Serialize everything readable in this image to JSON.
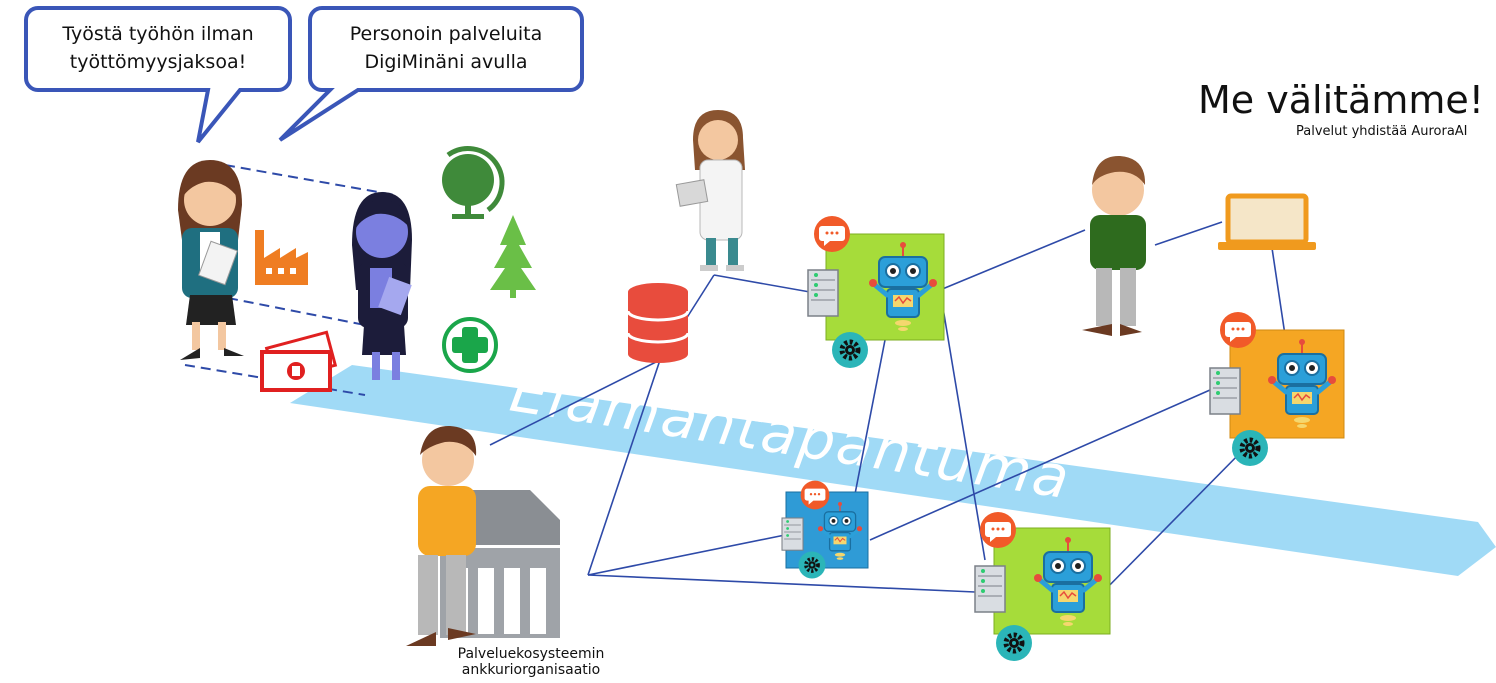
{
  "bubbles": {
    "left": "Työstä työhön ilman\ntyöttömyysjaksoa!",
    "right": "Personoin palveluita\nDigiMinäni avulla"
  },
  "header": {
    "title": "Me välitämme!",
    "subtitle": "Palvelut yhdistää AuroraAI"
  },
  "path_label": "Elämäntapahtuma",
  "anchor_label": "Palveluekosysteemin\nankkuriorganisaatio",
  "colors": {
    "bubble_border": "#3a56b8",
    "path": "#8fd4f4",
    "robot_tile_green": "#a6dc3a",
    "robot_tile_orange": "#f5a623",
    "robot_tile_blue": "#2f9bd6",
    "connector": "#2e4aa8",
    "gear_badge": "#2bb5b8",
    "chat_badge": "#f15a29"
  }
}
